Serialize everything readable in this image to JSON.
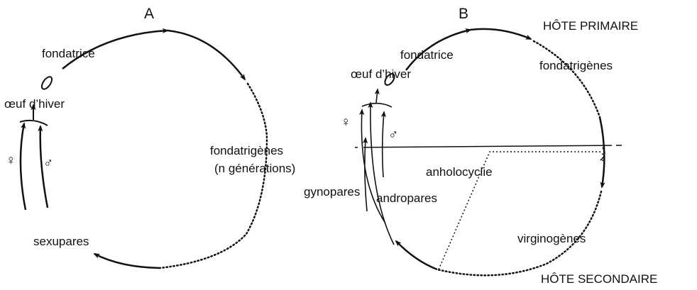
{
  "diagram": {
    "panel_a": {
      "letter": "A",
      "fondatrice": "fondatrice",
      "oeuf_hiver": "œuf d’hiver",
      "fondatrigenes": "fondatrigènes",
      "n_generations": "(n générations)",
      "female": "♀",
      "male": "♂",
      "sexupares": "sexupares"
    },
    "panel_b": {
      "letter": "B",
      "hote_primaire": "HÔTE PRIMAIRE",
      "fondatrice": "fondatrice",
      "oeuf_hiver": "œuf d’hiver",
      "fondatrigenes": "fondatrigènes",
      "female": "♀",
      "male": "♂",
      "anholocyclie": "anholocyclie",
      "gynopares": "gynopares",
      "andropares": "andropares",
      "virginogenes": "virginogènes",
      "hote_secondaire": "HÔTE SECONDAIRE"
    }
  }
}
